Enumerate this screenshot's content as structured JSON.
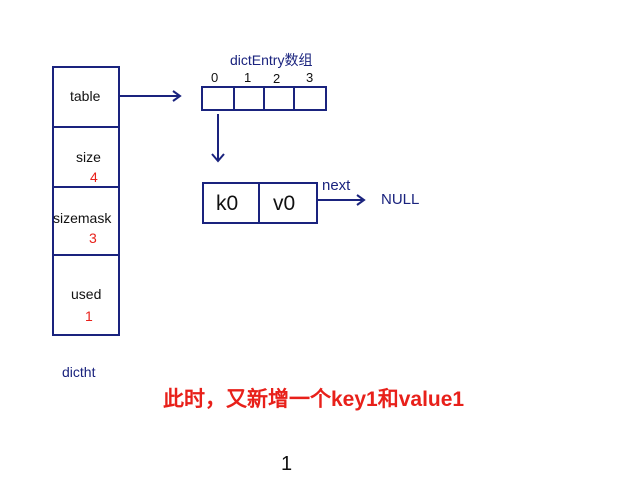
{
  "dictht": {
    "name": "dictht",
    "fields": [
      {
        "label": "table",
        "value": ""
      },
      {
        "label": "size",
        "value": "4"
      },
      {
        "label": "sizemask",
        "value": "3"
      },
      {
        "label": "used",
        "value": "1"
      }
    ]
  },
  "array": {
    "title": "dictEntry数组",
    "indices": [
      "0",
      "1",
      "2",
      "3"
    ]
  },
  "entry": {
    "key": "k0",
    "value": "v0",
    "next_label": "next",
    "null_label": "NULL"
  },
  "caption": "此时，又新增一个key1和value1",
  "page_number": "1",
  "colors": {
    "structure": "#1a237e",
    "values": "#e8201a",
    "caption": "#e8201a"
  }
}
